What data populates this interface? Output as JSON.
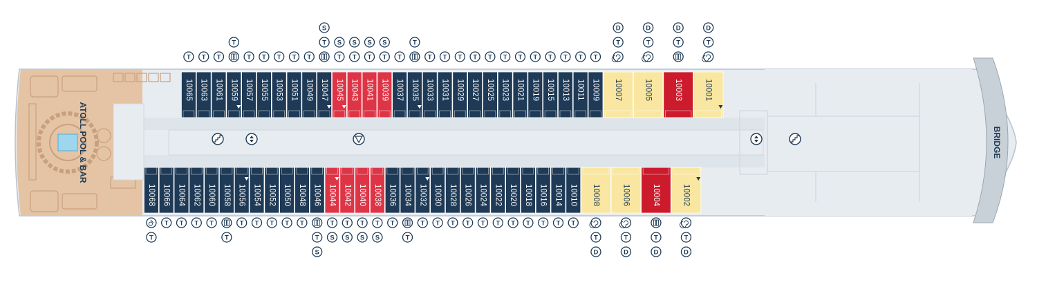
{
  "labels": {
    "pool": "ATOLL POOL & BAR",
    "bridge": "BRIDGE"
  },
  "colors": {
    "navy": "#1e3a56",
    "red": "#de3546",
    "yellow": "#f9e6a0",
    "darkred": "#cc1b2c",
    "hull": "#e7ecf1",
    "pooldeck": "#e4c4a5",
    "corridor": "#dde4ea",
    "icon": "#1e3a56"
  },
  "legend_symbols": {
    "T": "T",
    "S": "S",
    "D": "D",
    "twin_beds_icon": "twin-beds-icon",
    "sofa_icon": "spiral-sofa-icon",
    "accessible_icon": "accessible-icon"
  },
  "top_row": [
    {
      "number": "10065",
      "kind": "navy",
      "above": [
        "T"
      ]
    },
    {
      "number": "10063",
      "kind": "navy",
      "above": [
        "T"
      ]
    },
    {
      "number": "10061",
      "kind": "navy",
      "above": [
        "T"
      ]
    },
    {
      "number": "10059",
      "kind": "navy",
      "above": [
        "T",
        "twin"
      ],
      "triangle": true
    },
    {
      "number": "10057",
      "kind": "navy",
      "above": [
        "T"
      ]
    },
    {
      "number": "10055",
      "kind": "navy",
      "above": [
        "T"
      ]
    },
    {
      "number": "10053",
      "kind": "navy",
      "above": [
        "T"
      ]
    },
    {
      "number": "10051",
      "kind": "navy",
      "above": [
        "T"
      ]
    },
    {
      "number": "10049",
      "kind": "navy",
      "above": [
        "T"
      ]
    },
    {
      "number": "10047",
      "kind": "navy",
      "above": [
        "S",
        "T",
        "twin"
      ],
      "triangle": true
    },
    {
      "number": "10045",
      "kind": "red",
      "above": [
        "S",
        "T"
      ],
      "triangle": true
    },
    {
      "number": "10043",
      "kind": "red",
      "above": [
        "S",
        "T"
      ]
    },
    {
      "number": "10041",
      "kind": "red",
      "above": [
        "S",
        "T"
      ]
    },
    {
      "number": "10039",
      "kind": "red",
      "above": [
        "S",
        "T"
      ]
    },
    {
      "number": "10037",
      "kind": "navy",
      "above": [
        "T"
      ]
    },
    {
      "number": "10035",
      "kind": "navy",
      "above": [
        "T",
        "twin"
      ],
      "triangle": true
    },
    {
      "number": "10033",
      "kind": "navy",
      "above": [
        "T"
      ]
    },
    {
      "number": "10031",
      "kind": "navy",
      "above": [
        "T"
      ]
    },
    {
      "number": "10029",
      "kind": "navy",
      "above": [
        "T"
      ]
    },
    {
      "number": "10027",
      "kind": "navy",
      "above": [
        "T"
      ]
    },
    {
      "number": "10025",
      "kind": "navy",
      "above": [
        "T"
      ]
    },
    {
      "number": "10023",
      "kind": "navy",
      "above": [
        "T"
      ]
    },
    {
      "number": "10021",
      "kind": "navy",
      "above": [
        "T"
      ]
    },
    {
      "number": "10019",
      "kind": "navy",
      "above": [
        "T"
      ]
    },
    {
      "number": "10015",
      "kind": "navy",
      "above": [
        "T"
      ]
    },
    {
      "number": "10013",
      "kind": "navy",
      "above": [
        "T"
      ]
    },
    {
      "number": "10011",
      "kind": "navy",
      "above": [
        "T"
      ]
    },
    {
      "number": "10009",
      "kind": "navy",
      "above": [
        "T"
      ]
    },
    {
      "number": "10007",
      "kind": "yellow",
      "above": [
        "D",
        "T",
        "sofa"
      ]
    },
    {
      "number": "10005",
      "kind": "yellow",
      "above": [
        "D",
        "T",
        "sofa"
      ]
    },
    {
      "number": "10003",
      "kind": "darkred",
      "above": [
        "D",
        "T",
        "twin"
      ]
    },
    {
      "number": "10001",
      "kind": "yellow",
      "above": [
        "D",
        "T",
        "sofa"
      ],
      "triangle": true
    }
  ],
  "bottom_row": [
    {
      "number": "10068",
      "kind": "navy",
      "below": [
        "access",
        "T"
      ]
    },
    {
      "number": "10066",
      "kind": "navy",
      "below": [
        "T"
      ]
    },
    {
      "number": "10064",
      "kind": "navy",
      "below": [
        "T"
      ]
    },
    {
      "number": "10062",
      "kind": "navy",
      "below": [
        "T"
      ]
    },
    {
      "number": "10060",
      "kind": "navy",
      "below": [
        "T"
      ]
    },
    {
      "number": "10058",
      "kind": "navy",
      "below": [
        "twin",
        "T"
      ]
    },
    {
      "number": "10056",
      "kind": "navy",
      "below": [
        "T"
      ],
      "triangle": true
    },
    {
      "number": "10054",
      "kind": "navy",
      "below": [
        "T"
      ]
    },
    {
      "number": "10052",
      "kind": "navy",
      "below": [
        "T"
      ]
    },
    {
      "number": "10050",
      "kind": "navy",
      "below": [
        "T"
      ]
    },
    {
      "number": "10048",
      "kind": "navy",
      "below": [
        "T"
      ]
    },
    {
      "number": "10046",
      "kind": "navy",
      "below": [
        "twin",
        "T",
        "S"
      ]
    },
    {
      "number": "10044",
      "kind": "red",
      "below": [
        "T",
        "S"
      ],
      "triangle": true
    },
    {
      "number": "10042",
      "kind": "red",
      "below": [
        "T",
        "S"
      ]
    },
    {
      "number": "10040",
      "kind": "red",
      "below": [
        "T",
        "S"
      ]
    },
    {
      "number": "10038",
      "kind": "red",
      "below": [
        "T",
        "S"
      ]
    },
    {
      "number": "10036",
      "kind": "navy",
      "below": [
        "T"
      ]
    },
    {
      "number": "10034",
      "kind": "navy",
      "below": [
        "twin",
        "T"
      ]
    },
    {
      "number": "10032",
      "kind": "navy",
      "below": [
        "T"
      ],
      "triangle": true
    },
    {
      "number": "10030",
      "kind": "navy",
      "below": [
        "T"
      ]
    },
    {
      "number": "10028",
      "kind": "navy",
      "below": [
        "T"
      ]
    },
    {
      "number": "10026",
      "kind": "navy",
      "below": [
        "T"
      ]
    },
    {
      "number": "10024",
      "kind": "navy",
      "below": [
        "T"
      ]
    },
    {
      "number": "10022",
      "kind": "navy",
      "below": [
        "T"
      ]
    },
    {
      "number": "10020",
      "kind": "navy",
      "below": [
        "T"
      ]
    },
    {
      "number": "10018",
      "kind": "navy",
      "below": [
        "T"
      ]
    },
    {
      "number": "10016",
      "kind": "navy",
      "below": [
        "T"
      ]
    },
    {
      "number": "10014",
      "kind": "navy",
      "below": [
        "T"
      ]
    },
    {
      "number": "10010",
      "kind": "navy",
      "below": [
        "T"
      ]
    },
    {
      "number": "10008",
      "kind": "yellow",
      "below": [
        "sofa",
        "T",
        "D"
      ]
    },
    {
      "number": "10006",
      "kind": "yellow",
      "below": [
        "sofa",
        "T",
        "D"
      ]
    },
    {
      "number": "10004",
      "kind": "darkred",
      "below": [
        "twin",
        "T",
        "D"
      ]
    },
    {
      "number": "10002",
      "kind": "yellow",
      "below": [
        "sofa",
        "T",
        "D"
      ],
      "triangle": true
    }
  ]
}
